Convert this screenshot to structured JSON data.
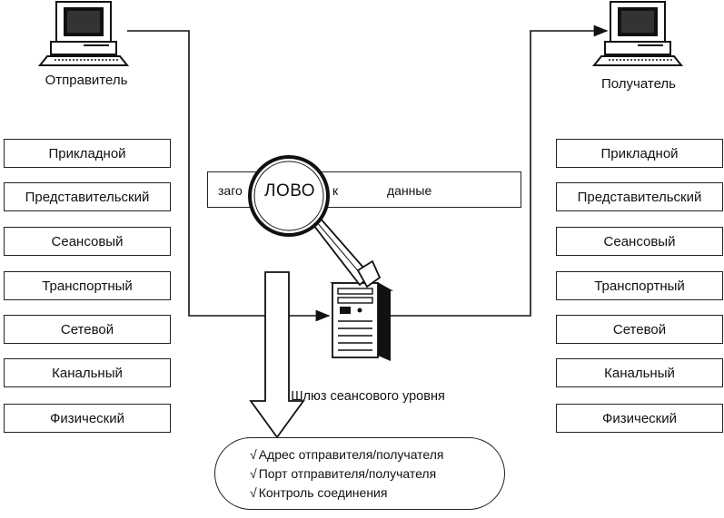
{
  "sender": {
    "label": "Отправитель"
  },
  "receiver": {
    "label": "Получатель"
  },
  "layers_left": [
    "Прикладной",
    "Представительский",
    "Сеансовый",
    "Транспортный",
    "Сетевой",
    "Канальный",
    "Физический"
  ],
  "layers_right": [
    "Прикладной",
    "Представительский",
    "Сеансовый",
    "Транспортный",
    "Сетевой",
    "Канальный",
    "Физический"
  ],
  "packet": {
    "header_left": "заго",
    "header_magnified": "ЛОВО",
    "header_right": "к",
    "data": "данные"
  },
  "gateway": {
    "label": "Шлюз сеансового уровня",
    "icon": "server-tower-icon"
  },
  "magnifier": {
    "icon": "magnifying-glass-icon"
  },
  "checks": {
    "mark": "√",
    "items": [
      "Адрес отправителя/получателя",
      "Порт отправителя/получателя",
      "Контроль соединения"
    ]
  }
}
